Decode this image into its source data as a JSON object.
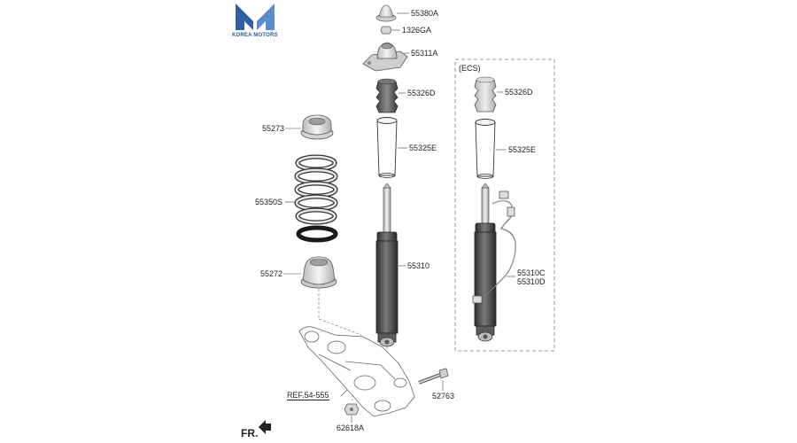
{
  "logo": {
    "text": "KOREA MOTORS",
    "color": "#2a5a9a"
  },
  "ecs_group": {
    "title": "(ECS)"
  },
  "direction": {
    "text": "FR."
  },
  "parts": {
    "p55380A": "55380A",
    "p1326GA": "1326GA",
    "p55311A": "55311A",
    "p55326D": "55326D",
    "p55325E": "55325E",
    "p55310": "55310",
    "p55273": "55273",
    "p55350S": "55350S",
    "p55272": "55272",
    "ref": "REF.54-555",
    "p52763": "52763",
    "p62618A": "62618A",
    "ecs_55326D": "55326D",
    "ecs_55325E": "55325E",
    "ecs_55310C": "55310C",
    "ecs_55310D": "55310D"
  }
}
